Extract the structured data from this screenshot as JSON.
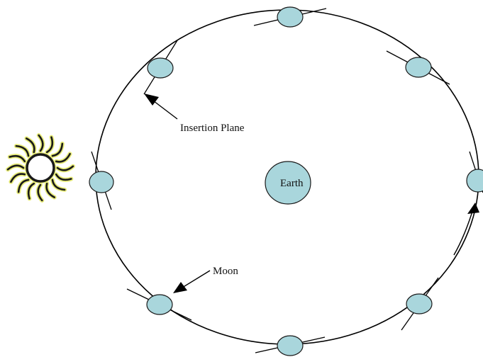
{
  "labels": {
    "earth": "Earth",
    "insertion_plane": "Insertion Plane",
    "moon": "Moon"
  },
  "colors": {
    "body_fill": "#a9d6dc",
    "body_stroke": "#1a1a1a",
    "line": "#000000",
    "sun_rays": "#1a1a1a",
    "sun_glow": "#e8ec7a"
  },
  "icons": {
    "sun": "sun-icon"
  }
}
